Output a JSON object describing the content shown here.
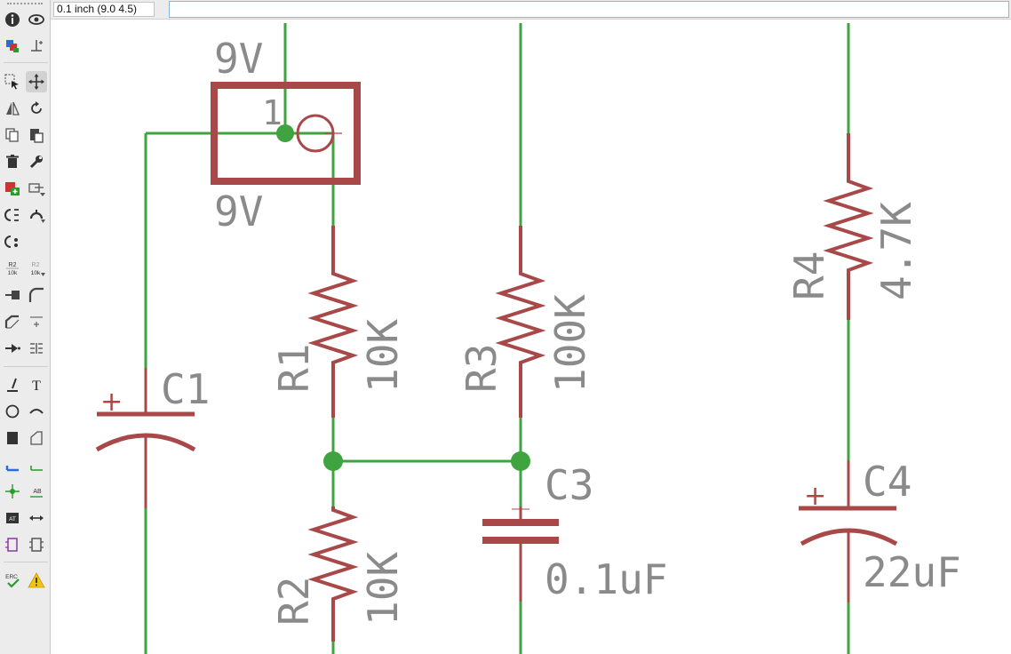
{
  "grid_readout": "0.1 inch (9.0 4.5)",
  "command_line": {
    "value": ""
  },
  "toolbar": {
    "tools": [
      "info-icon",
      "show-icon",
      "layers-icon",
      "mark-icon",
      "group-select-icon",
      "move-icon",
      "mirror-icon",
      "rotate-icon",
      "copy-icon",
      "paste-icon",
      "delete-icon",
      "properties-icon",
      "add-part-icon",
      "replace-icon",
      "pin-swap-icon",
      "gate-swap-icon",
      "gate-swap-alt-icon",
      "name-value-icon",
      "value-icon",
      "smash-icon",
      "miter-icon",
      "split-icon",
      "dimension-icon",
      "optimize-icon",
      "wire-icon",
      "text-icon",
      "circle-icon",
      "arc-icon",
      "rect-icon",
      "polygon-icon",
      "bus-icon",
      "net-icon",
      "junction-icon",
      "label-icon",
      "attribute-icon",
      "dimension-arrow-icon",
      "frame-icon",
      "frame-alt-icon",
      "erc-icon",
      "warning-icon"
    ],
    "labels": {
      "r2_small": "R2",
      "r2_value": "10k",
      "erc": "ERC",
      "text_tool": "T",
      "label_tool": "AB",
      "attr_tool": "AT"
    }
  },
  "schematic": {
    "colors": {
      "wire": "#3fa33f",
      "part": "#a84848",
      "text": "#8a8a8a"
    },
    "battery": {
      "pin": "1",
      "label_top": "9V",
      "label_bottom": "9V"
    },
    "parts": [
      {
        "id": "C1",
        "name": "C1",
        "value": ""
      },
      {
        "id": "R1",
        "name": "R1",
        "value": "10K"
      },
      {
        "id": "R2",
        "name": "R2",
        "value": "10K"
      },
      {
        "id": "R3",
        "name": "R3",
        "value": "100K"
      },
      {
        "id": "C3",
        "name": "C3",
        "value": "0.1uF"
      },
      {
        "id": "R4",
        "name": "R4",
        "value": "4.7K"
      },
      {
        "id": "C4",
        "name": "C4",
        "value": "22uF"
      }
    ],
    "polarity_mark": "+"
  }
}
